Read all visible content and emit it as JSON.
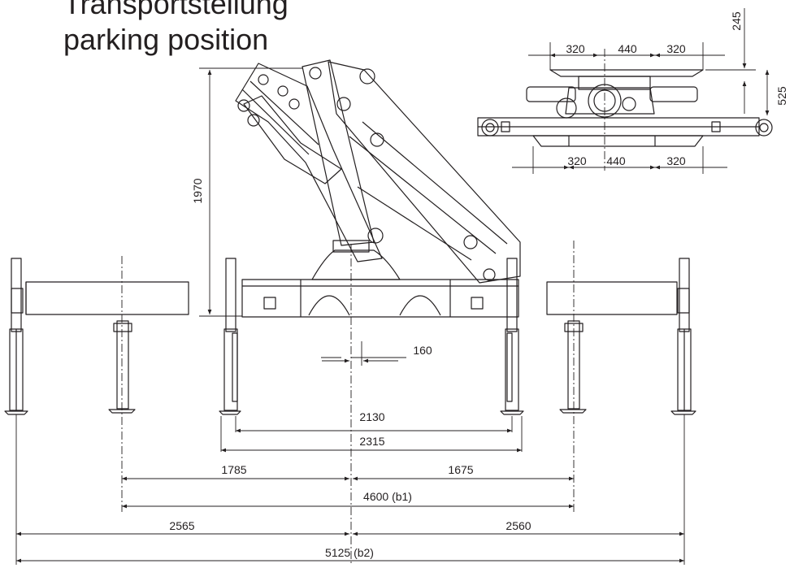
{
  "title": {
    "line1": "Transportstellung",
    "line2": "parking position"
  },
  "dimensions": {
    "height": "1970",
    "slew_offset": "160",
    "w_2130": "2130",
    "w_2315": "2315",
    "left_1785": "1785",
    "right_1675": "1675",
    "span_b1": "4600 (b1)",
    "left_2565": "2565",
    "right_2560": "2560",
    "span_b2": "5125 (b2)",
    "plan_top_left": "320",
    "plan_top_mid": "440",
    "plan_top_right": "320",
    "plan_bottom_left": "320",
    "plan_bottom_mid": "440",
    "plan_bottom_right": "320",
    "plan_vertical_top": "245",
    "plan_vertical_side": "525"
  },
  "colors": {
    "line": "#231f20",
    "fill": "#ffffff"
  }
}
